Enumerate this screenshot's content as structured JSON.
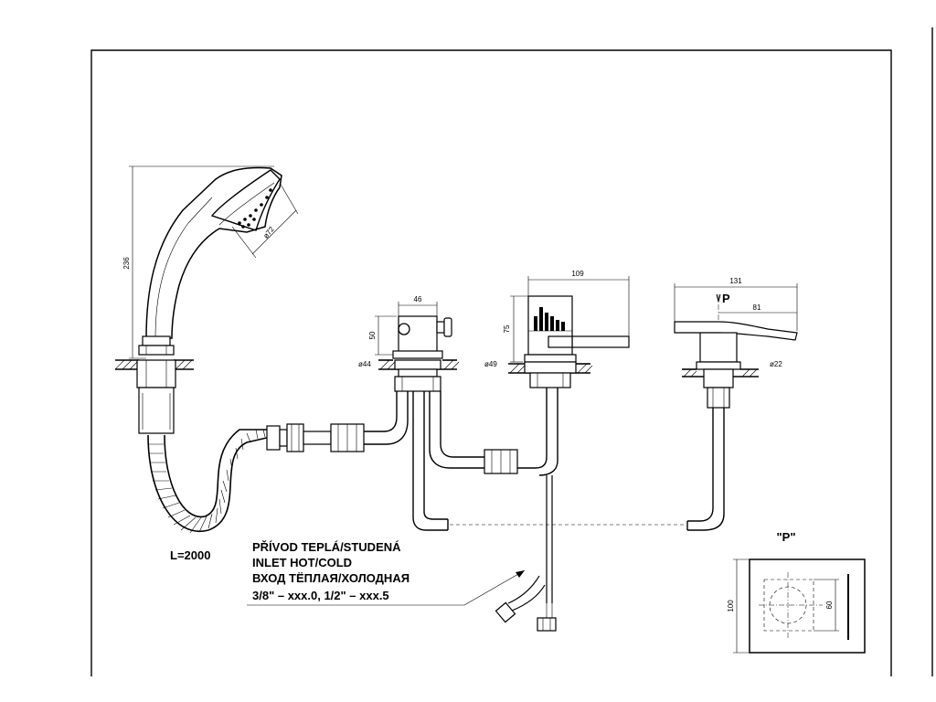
{
  "dimensions": {
    "handshower_height": "236",
    "handshower_diameter": "ø72",
    "diverter_width": "46",
    "diverter_height": "50",
    "diverter_base": "ø44",
    "mixer_width": "109",
    "mixer_height": "75",
    "mixer_base": "ø49",
    "spout_width": "131",
    "spout_projection": "81",
    "spout_base": "ø22",
    "detail_p_height": "100",
    "detail_p_inner": "60"
  },
  "labels": {
    "hose_length": "L=2000",
    "detail_marker": "P",
    "detail_title": "\"P\""
  },
  "inlet_note": {
    "line1": "PŘÍVOD TEPLÁ/STUDENÁ",
    "line2": "INLET HOT/COLD",
    "line3": "ВХОД ТЁПЛАЯ/ХОЛОДНАЯ",
    "line4": "3/8\" – xxx.0, 1/2\" – xxx.5"
  }
}
